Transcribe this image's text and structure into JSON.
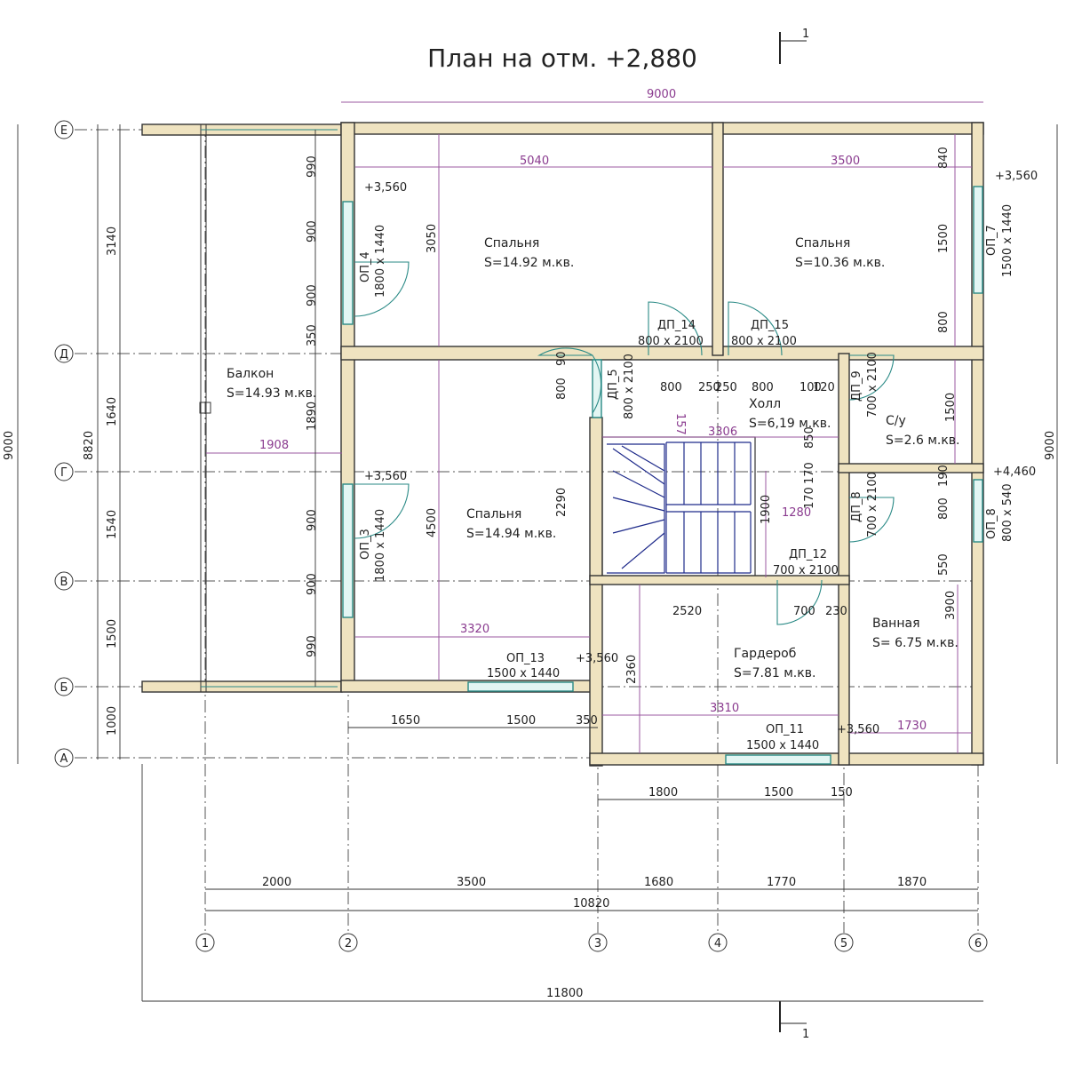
{
  "title": "План на отм. +2,880",
  "section_mark": "1",
  "axes_letters": [
    "Е",
    "Д",
    "Г",
    "В",
    "Б",
    "А"
  ],
  "axes_numbers": [
    "1",
    "2",
    "3",
    "4",
    "5",
    "6"
  ],
  "rooms": [
    {
      "name": "Спальня",
      "area": "S=14.92 м.кв."
    },
    {
      "name": "Спальня",
      "area": "S=10.36 м.кв."
    },
    {
      "name": "Балкон",
      "area": "S=14.93 м.кв."
    },
    {
      "name": "Спальня",
      "area": "S=14.94 м.кв."
    },
    {
      "name": "Холл",
      "area": "S=6,19 м.кв."
    },
    {
      "name": "С/у",
      "area": "S=2.6 м.кв."
    },
    {
      "name": "Ванная",
      "area": "S= 6.75 м.кв."
    },
    {
      "name": "Гардероб",
      "area": "S=7.81 м.кв."
    }
  ],
  "openings": [
    {
      "mark": "ОП_4",
      "size": "1800 х 1440"
    },
    {
      "mark": "ОП_7",
      "size": "1500 х 1440"
    },
    {
      "mark": "ОП_3",
      "size": "1800 х 1440"
    },
    {
      "mark": "ОП_8",
      "size": "800 х 540"
    },
    {
      "mark": "ОП_13",
      "size": "1500 х 1440"
    },
    {
      "mark": "ОП_11",
      "size": "1500 х 1440"
    },
    {
      "mark": "ДП_14",
      "size": "800 х 2100"
    },
    {
      "mark": "ДП_15",
      "size": "800 х 2100"
    },
    {
      "mark": "ДП_5",
      "size": "800 х 2100"
    },
    {
      "mark": "ДП_9",
      "size": "700 х 2100"
    },
    {
      "mark": "ДП_8",
      "size": "700 х 2100"
    },
    {
      "mark": "ДП_12",
      "size": "700 х 2100"
    }
  ],
  "levels": [
    "+3,560",
    "+3,560",
    "+3,560",
    "+3,560",
    "+3,560",
    "+4,460"
  ],
  "dims_outer_left": [
    "3140",
    "1640",
    "1540",
    "1500",
    "1000"
  ],
  "dims_total_left": [
    "9000",
    "8820"
  ],
  "dims_total_right": "9000",
  "dims_top": "9000",
  "dims_bottom_chain": [
    "2000",
    "3500",
    "1680",
    "1770",
    "1870"
  ],
  "dims_bottom_sum": "10820",
  "dims_bottom_total": "11800",
  "dims_front": [
    "1650",
    "1500",
    "350"
  ],
  "dims_front2": [
    "1800",
    "1500",
    "150"
  ],
  "dims_wall_left_top": [
    "990",
    "900",
    "900",
    "350"
  ],
  "dims_wall_left_bottom": [
    "1890",
    "900",
    "900",
    "990"
  ],
  "dims_inner": {
    "d5040": "5040",
    "d3500": "3500",
    "d3050": "3050",
    "d840": "840",
    "d1500": "1500",
    "d800": "800",
    "d1908": "1908",
    "d4500": "4500",
    "d3320": "3320",
    "d2290": "2290",
    "d3306": "3306",
    "d1900": "1900",
    "d1280": "1280",
    "d2520": "2520",
    "d700": "700",
    "d230": "230",
    "d2360": "2360",
    "d3310": "3310",
    "d3900": "3900",
    "d1730": "1730",
    "d1500b": "1500",
    "d800b": "800",
    "d550": "550",
    "d190": "190",
    "hall": [
      "800",
      "250",
      "250",
      "800",
      "100",
      "120"
    ],
    "d90": "90",
    "d800v": "800",
    "d157": "157",
    "d850": "850",
    "d170": "170",
    "d170b": "170"
  }
}
